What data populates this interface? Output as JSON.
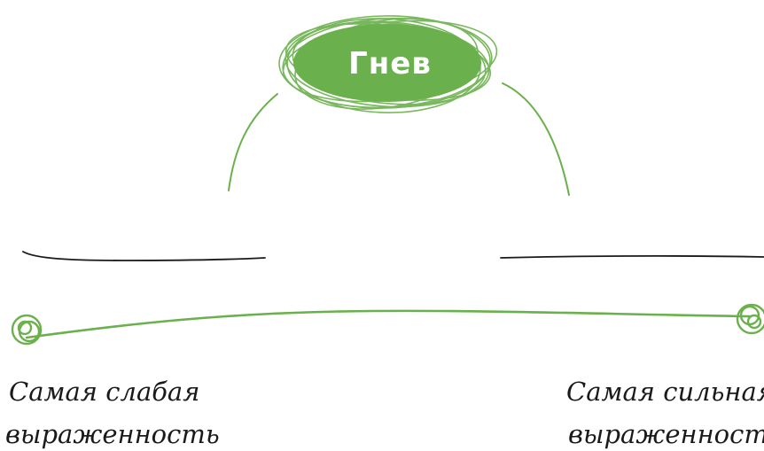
{
  "emotion": {
    "label": "Гнев"
  },
  "scale": {
    "min_label_line1": "Самая слабая",
    "min_label_line2": "выраженность",
    "max_label_line1": "Самая сильная",
    "max_label_line2": "выраженность"
  },
  "colors": {
    "accent": "#6ab04c",
    "ink": "#1a1a1a",
    "badge_text": "#ffffff"
  }
}
